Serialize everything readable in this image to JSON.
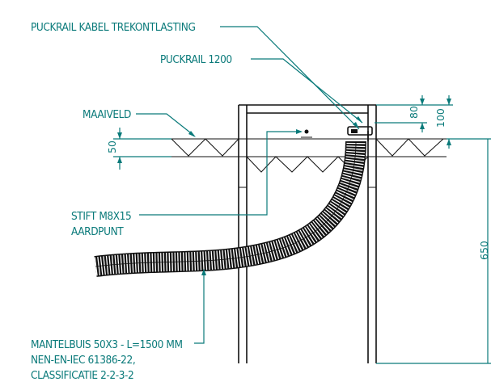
{
  "labels": {
    "puckrail_kabel": "PUCKRAIL KABEL TREKONTLASTING",
    "puckrail": "PUCKRAIL 1200",
    "maaiveld": "MAAIVELD",
    "stift_line1": "STIFT M8X15",
    "stift_line2": "AARDPUNT",
    "mantelbuis_line1": "MANTELBUIS 50X3 - L=1500 MM",
    "mantelbuis_line2": "NEN-EN-IEC 61386-22,",
    "mantelbuis_line3": "CLASSIFICATIE 2-2-3-2"
  },
  "dimensions": {
    "d50": "50",
    "d80": "80",
    "d100": "100",
    "d650": "650"
  },
  "colors": {
    "annotation": "#0a7a7a",
    "outline": "#111111"
  }
}
